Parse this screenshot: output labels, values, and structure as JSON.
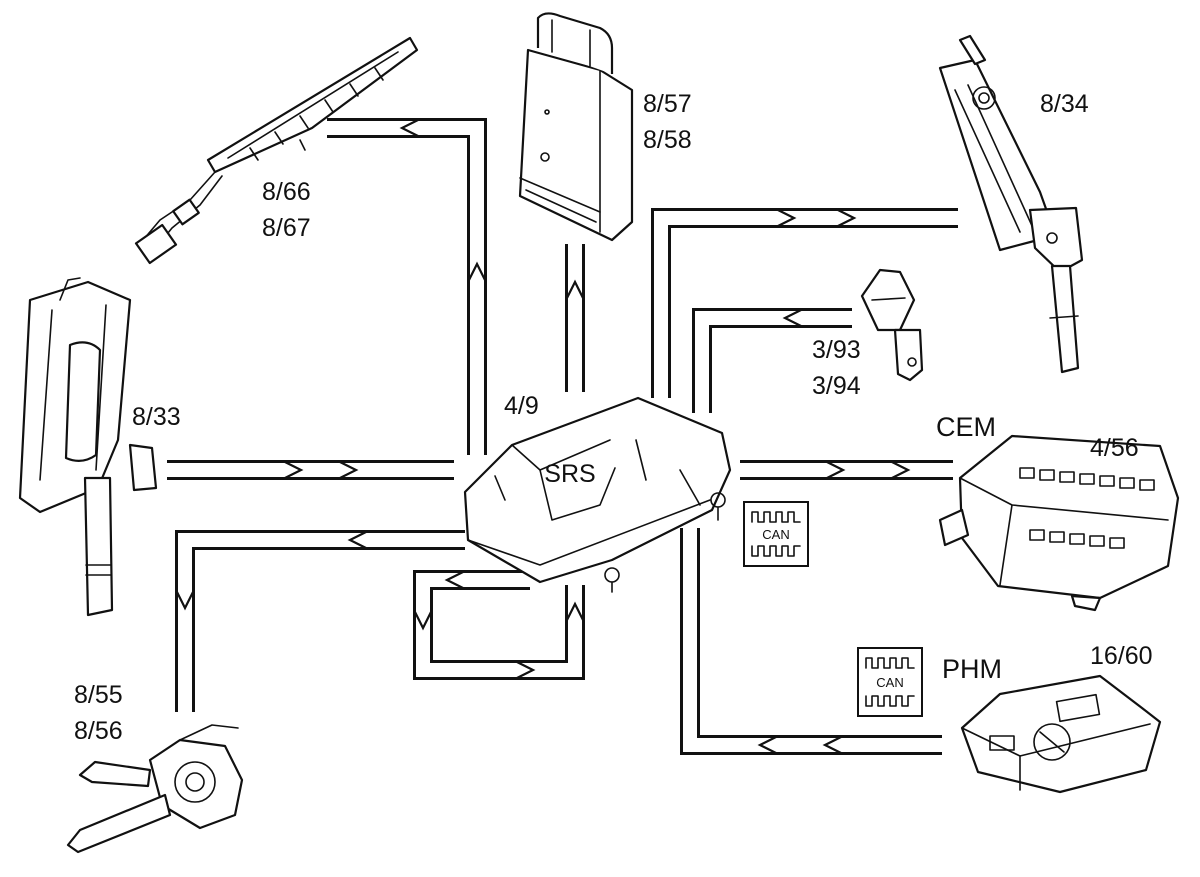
{
  "central_unit": {
    "name": "SRS",
    "ref": "4/9"
  },
  "components": [
    {
      "key": "side_airbag_rail",
      "label_1": "8/66",
      "label_2": "8/67"
    },
    {
      "key": "module_top",
      "label_1": "8/57",
      "label_2": "8/58"
    },
    {
      "key": "belt_tensioner_right",
      "label_1": "8/34"
    },
    {
      "key": "belt_buckle",
      "label_1": "3/93",
      "label_2": "3/94"
    },
    {
      "key": "belt_tensioner_left",
      "label_1": "8/33"
    },
    {
      "key": "cem",
      "name": "CEM",
      "ref": "4/56"
    },
    {
      "key": "phm",
      "name": "PHM",
      "ref": "16/60"
    },
    {
      "key": "pretensioner_lower",
      "label_1": "8/55",
      "label_2": "8/56"
    }
  ],
  "can_badges": [
    {
      "text": "CAN"
    },
    {
      "text": "CAN"
    }
  ]
}
